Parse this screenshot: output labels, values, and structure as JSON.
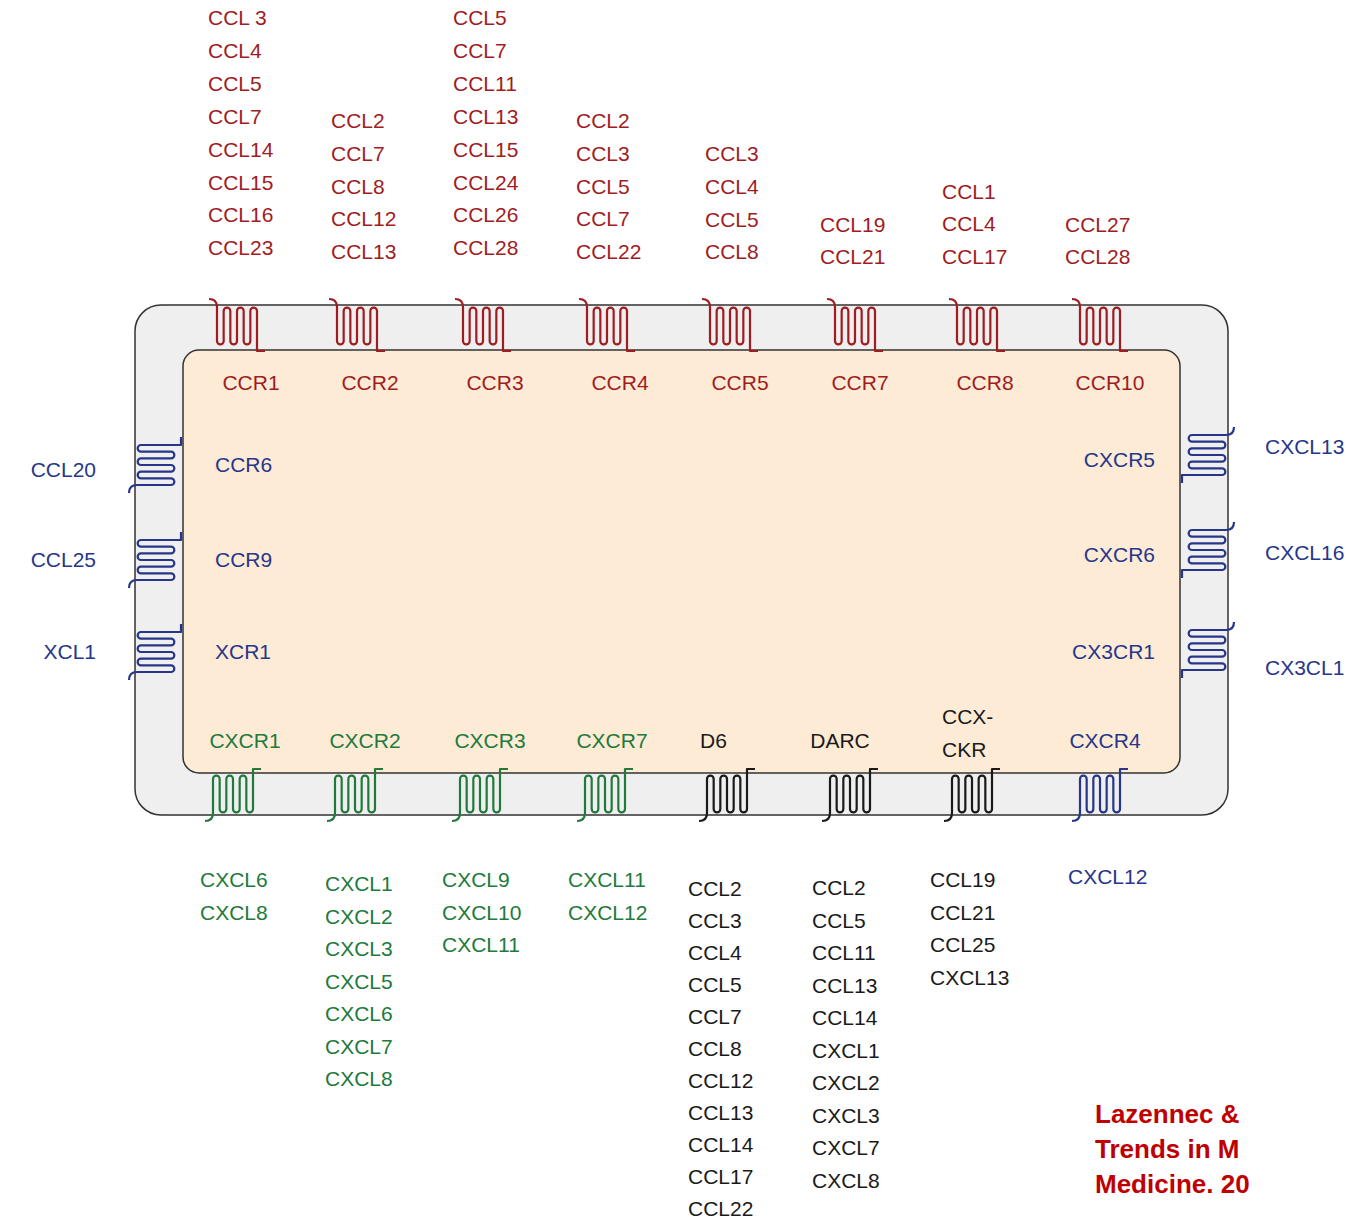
{
  "diagram": {
    "nodes": [
      {
        "text": [
          "CCR1",
          "CCL 3",
          "CCL4",
          "CCL5",
          "CCL7",
          "CCL14",
          "CCL15",
          "CCL16",
          "CCL23"
        ]
      },
      {
        "text": [
          "CCR2",
          "CCL2",
          "CCL7",
          "CCL8",
          "CCL12",
          "CCL13"
        ]
      },
      {
        "text": [
          "CCR3",
          "CCL5",
          "CCL7",
          "CCL11",
          "CCL13",
          "CCL15",
          "CCL24",
          "CCL26",
          "CCL28"
        ]
      },
      {
        "text": [
          "CCR4",
          "CCL2",
          "CCL3",
          "CCL5",
          "CCL7",
          "CCL22"
        ]
      },
      {
        "text": [
          "CCR5",
          "CCL3",
          "CCL4",
          "CCL5",
          "CCL8"
        ]
      },
      {
        "text": [
          "CCR7",
          "CCL19",
          "CCL21"
        ]
      },
      {
        "text": [
          "CCR8",
          "CCL1",
          "CCL4",
          "CCL17"
        ]
      },
      {
        "text": [
          "CCR10",
          "CCL27",
          "CCL28"
        ]
      },
      {
        "text": [
          "CCR6",
          "CCL20"
        ]
      },
      {
        "text": [
          "CCR9",
          "CCL25"
        ]
      },
      {
        "text": [
          "XCR1",
          "XCL1"
        ]
      },
      {
        "text": [
          "CXCR5",
          "CXCL13"
        ]
      },
      {
        "text": [
          "CXCR6",
          "CXCL16"
        ]
      },
      {
        "text": [
          "CX3CR1",
          "CX3CL1"
        ]
      },
      {
        "text": [
          "CXCR1",
          "CXCL6",
          "CXCL8"
        ]
      },
      {
        "text": [
          "CXCR2",
          "CXCL1",
          "CXCL2",
          "CXCL3",
          "CXCL5",
          "CXCL6",
          "CXCL7",
          "CXCL8"
        ]
      },
      {
        "text": [
          "CXCR3",
          "CXCL9",
          "CXCL10",
          "CXCL11"
        ]
      },
      {
        "text": [
          "CXCR7",
          "CXCL11",
          "CXCL12"
        ]
      },
      {
        "text": [
          "D6",
          "CCL2",
          "CCL3",
          "CCL4",
          "CCL5",
          "CCL7",
          "CCL8",
          "CCL12",
          "CCL13",
          "CCL14",
          "CCL17",
          "CCL22"
        ]
      },
      {
        "text": [
          "DARC",
          "CCL2",
          "CCL5",
          "CCL11",
          "CCL13",
          "CCL14",
          "CXCL1",
          "CXCL2",
          "CXCL3",
          "CXCL7",
          "CXCL8"
        ]
      },
      {
        "text": [
          "CCX-CKR",
          "CCL19",
          "CCL21",
          "CCL25",
          "CXCL13"
        ]
      },
      {
        "text": [
          "CXCR4",
          "CXCL12"
        ]
      }
    ],
    "labels": [
      "Lazennec &",
      "Trends in M",
      "Medicine. 20"
    ]
  }
}
